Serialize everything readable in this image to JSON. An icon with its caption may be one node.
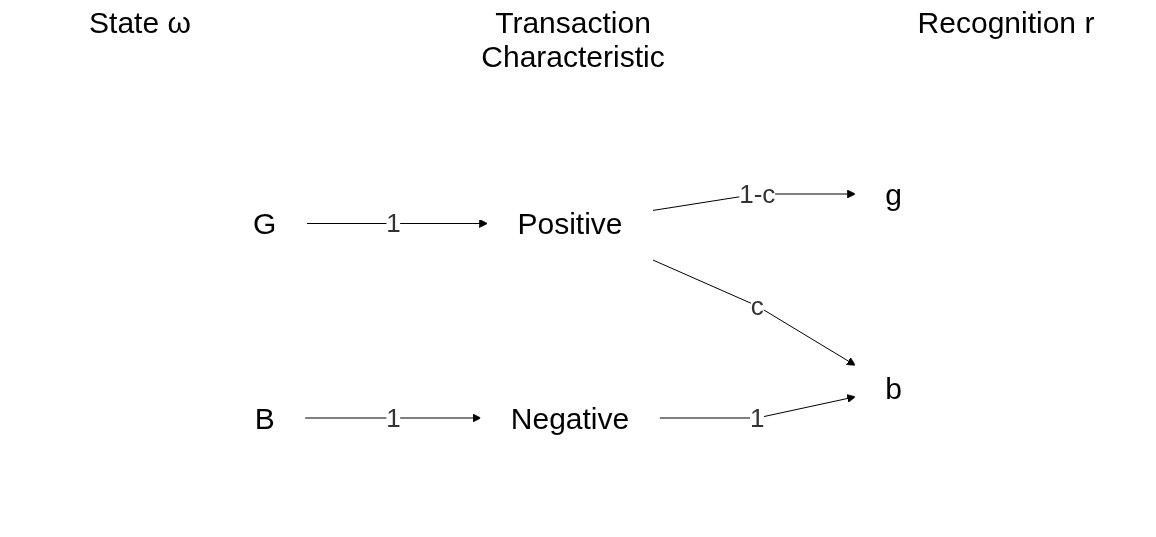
{
  "diagram": {
    "nodes": [
      {
        "text": [
          "G"
        ]
      },
      {
        "text": [
          "Positive"
        ]
      },
      {
        "text": [
          "g"
        ]
      },
      {
        "text": [
          "B"
        ]
      },
      {
        "text": [
          "Negative"
        ]
      },
      {
        "text": [
          "b"
        ]
      }
    ],
    "edges": [
      {
        "from": 0,
        "to": 1,
        "arrow": "to",
        "label": "1"
      },
      {
        "from": 1,
        "to": 2,
        "arrow": "to",
        "label": "1-c"
      },
      {
        "from": 1,
        "to": 5,
        "arrow": "to",
        "label": "c"
      },
      {
        "from": 3,
        "to": 4,
        "arrow": "to",
        "label": "1"
      },
      {
        "from": 4,
        "to": 5,
        "arrow": "to",
        "label": "1"
      }
    ],
    "labels": [
      "State ω",
      "Transaction Characteristic",
      "Recognition r"
    ]
  }
}
